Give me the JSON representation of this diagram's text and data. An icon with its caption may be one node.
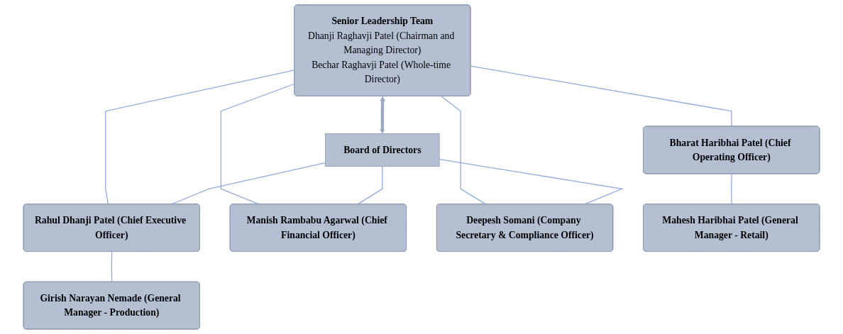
{
  "diagram": {
    "nodes": [
      {
        "text": [
          "Senior Leadership Team",
          "Dhanji Raghavji Patel (Chairman and Managing Director)",
          "Bechar Raghavji Patel (Whole-time Director)"
        ]
      },
      {
        "text": [
          "Board of Directors"
        ]
      },
      {
        "text": [
          "Bharat Haribhai Patel (Chief Operating Officer)"
        ]
      },
      {
        "text": [
          "Rahul Dhanji Patel (Chief Executive Officer)"
        ]
      },
      {
        "text": [
          "Manish Rambabu Agarwal (Chief Financial Officer)"
        ]
      },
      {
        "text": [
          "Deepesh Somani (Company Secretary & Compliance Officer)"
        ]
      },
      {
        "text": [
          "Mahesh Haribhai Patel (General Manager - Retail)"
        ]
      },
      {
        "text": [
          "Girish Narayan Nemade (General Manager - Production)"
        ]
      }
    ],
    "edges": [
      {
        "from": 0,
        "to": 1,
        "arrow": "both",
        "style": "thick"
      },
      {
        "from": 0,
        "to": 2,
        "arrow": "none"
      },
      {
        "from": 0,
        "to": 3,
        "arrow": "none"
      },
      {
        "from": 0,
        "to": 4,
        "arrow": "none"
      },
      {
        "from": 0,
        "to": 5,
        "arrow": "none"
      },
      {
        "from": 2,
        "to": 6,
        "arrow": "none"
      },
      {
        "from": 3,
        "to": 7,
        "arrow": "none"
      },
      {
        "from": 1,
        "to": 3,
        "arrow": "none"
      },
      {
        "from": 1,
        "to": 4,
        "arrow": "none"
      },
      {
        "from": 1,
        "to": 5,
        "arrow": "none"
      }
    ]
  }
}
